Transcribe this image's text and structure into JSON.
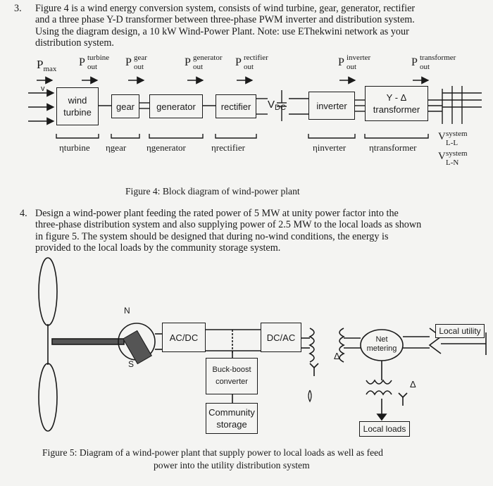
{
  "q3": {
    "number": "3.",
    "lines": [
      "Figure 4 is a wind energy conversion system, consists of wind turbine, gear, generator, rectifier",
      "and a three phase Y-D transformer between three-phase PWM inverter and distribution system.",
      "Using the diagram design, a 10 kW Wind-Power Plant. Note: use EThekwini network as your",
      "distribution system."
    ]
  },
  "fig4": {
    "pmax": "P",
    "pmax_sub": "max",
    "powers": [
      {
        "sup": "turbine",
        "sub": "out"
      },
      {
        "sup": "gear",
        "sub": "out"
      },
      {
        "sup": "generator",
        "sub": "out"
      },
      {
        "sup": "rectifier",
        "sub": "out"
      },
      {
        "sup": "inverter",
        "sub": "out"
      },
      {
        "sup": "transformer",
        "sub": "out"
      }
    ],
    "blocks": {
      "wind_turbine": [
        "wind",
        "turbine"
      ],
      "gear": "gear",
      "generator": "generator",
      "rectifier": "rectifier",
      "vdc": "V",
      "vdc_sub": "DC",
      "inverter": "inverter",
      "transformer_sym": "Y - Δ",
      "transformer": "transformer",
      "v_label": "v"
    },
    "etas": [
      "ηturbine",
      "ηgear",
      "ηgenerator",
      "ηrectifier",
      "ηinverter",
      "ηtransformer"
    ],
    "vsystem_ll": {
      "sup": "system",
      "sub": "L-L"
    },
    "vsystem_ln": {
      "sup": "system",
      "sub": "L-N"
    },
    "caption": "Figure 4: Block diagram of wind-power plant"
  },
  "q4": {
    "number": "4.",
    "lines": [
      "Design a wind-power plant feeding the rated power of 5 MW at unity power factor into the",
      "three-phase distribution system and also supplying power of 2.5 MW to the local loads as shown",
      "in figure 5. The system should be designed that during no-wind conditions, the energy is",
      "provided to the local loads by the community storage system."
    ]
  },
  "fig5": {
    "gen_n": "N",
    "gen_s": "S",
    "acdc": "AC/DC",
    "dcac": "DC/AC",
    "buck": [
      "Buck-boost",
      "converter"
    ],
    "storage": [
      "Community",
      "storage"
    ],
    "net_metering": [
      "Net",
      "metering"
    ],
    "local_utility": "Local utility",
    "local_loads": "Local loads",
    "delta": "Δ",
    "caption": [
      "Figure 5: Diagram of a wind-power plant that supply power to local loads as well as feed",
      "power into the utility distribution system"
    ]
  }
}
